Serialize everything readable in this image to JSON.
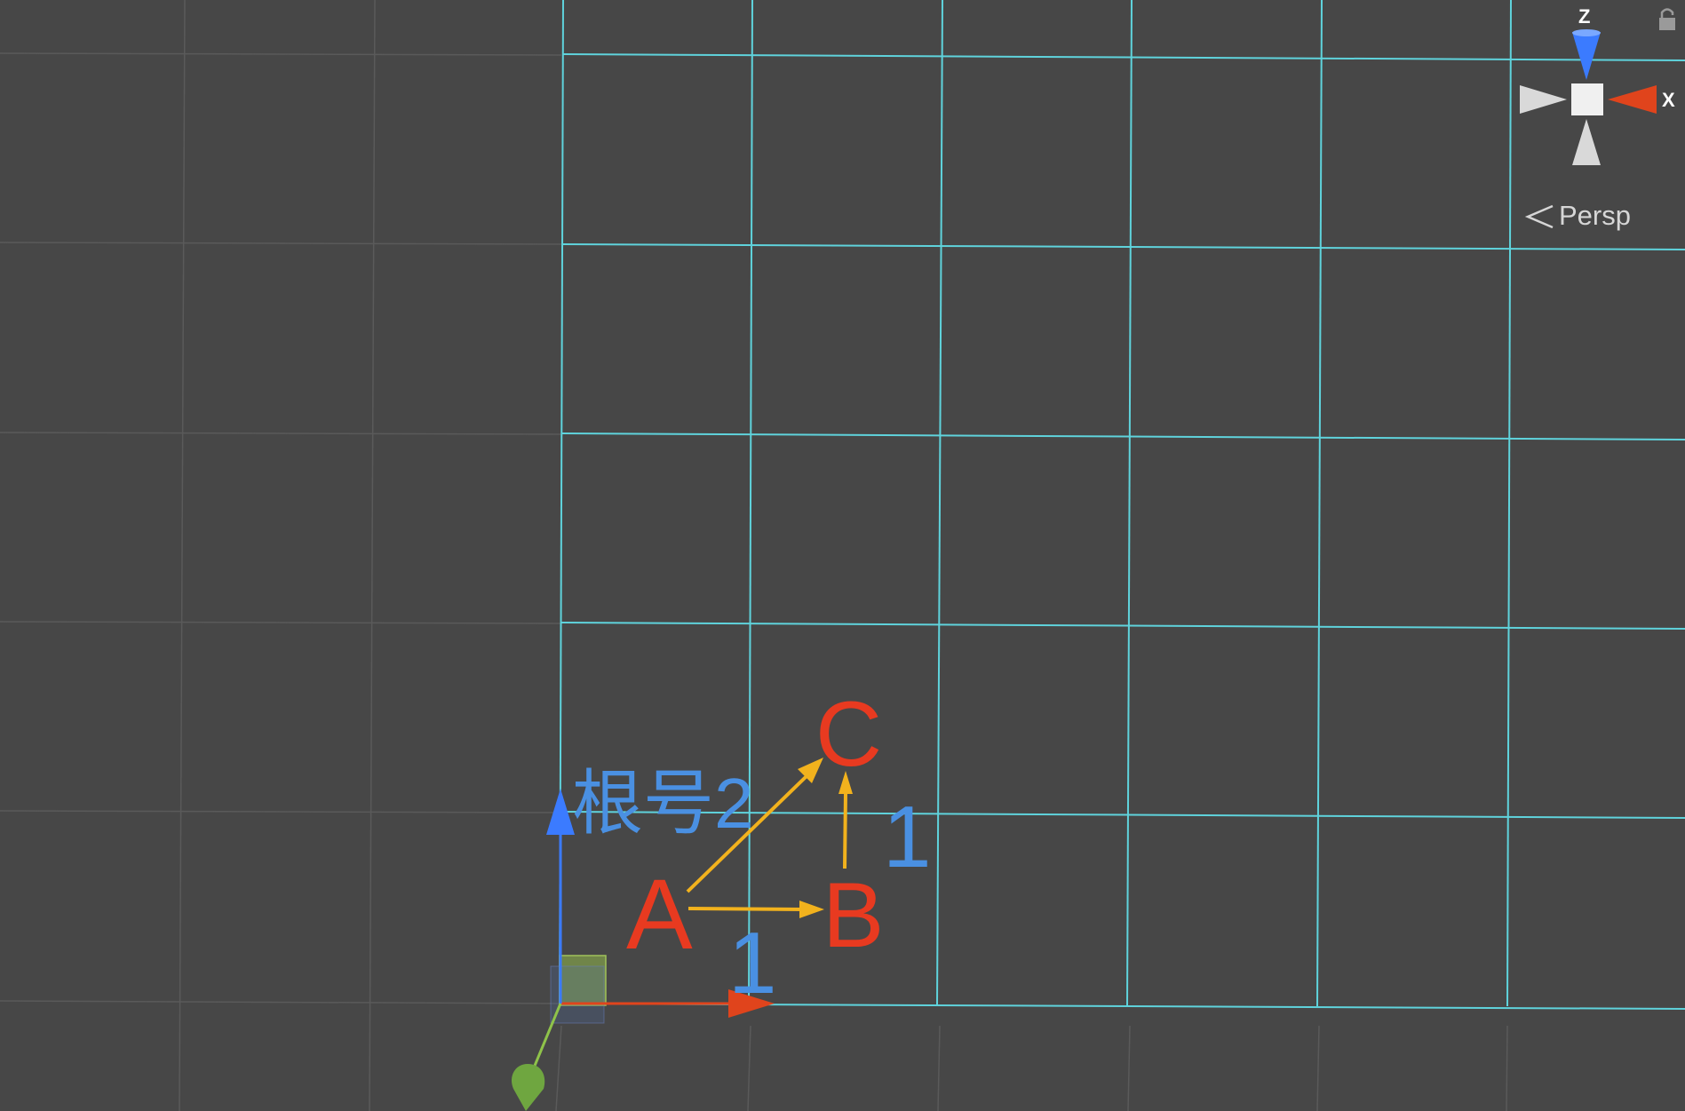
{
  "scene": {
    "background_color": "#474747",
    "floor_grid_color": "#5a5a5a",
    "object_grid_color": "#5fd3dc",
    "annotation_color": "#4a90e2",
    "point_label_color": "#e83a20",
    "vector_color": "#f2b21d"
  },
  "points": {
    "a": "A",
    "b": "B",
    "c": "C"
  },
  "labels": {
    "ab_length": "1",
    "bc_length": "1",
    "ac_length": "根号2"
  },
  "transform_gizmo": {
    "x_axis_color": "#e0441c",
    "y_axis_color": "#6fa640",
    "z_axis_color": "#3b7bff"
  },
  "orientation_gizmo": {
    "z_label": "Z",
    "x_label": "X",
    "projection_label": "Persp",
    "projection_icon": "chevron-left-icon",
    "lock_icon": "lock-icon"
  }
}
